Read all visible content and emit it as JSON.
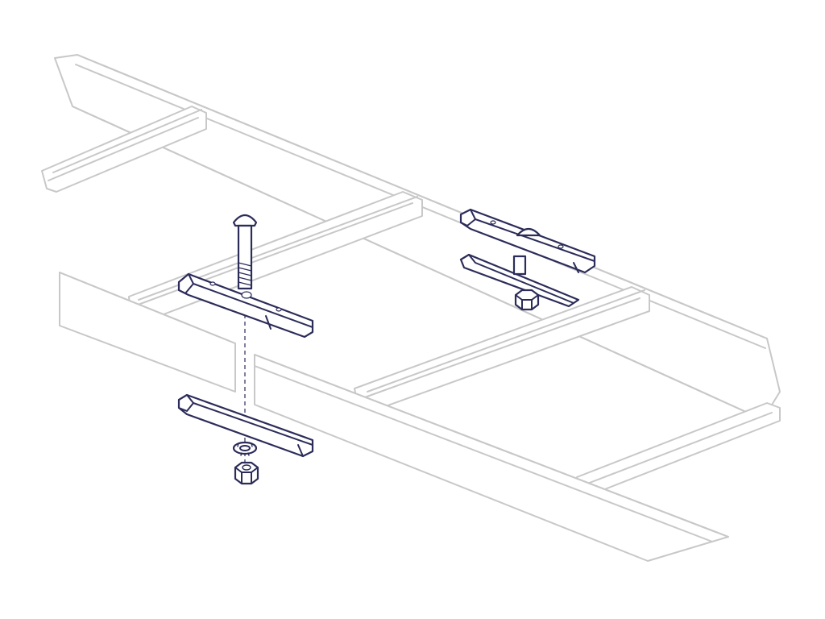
{
  "colors": {
    "tray_outline": "#c8c8c8",
    "hardware_outline": "#2c2c5a",
    "background": "#ffffff"
  },
  "diagram": {
    "subject": "",
    "components": [
      "cable-ladder-side-rail",
      "cable-ladder-rung",
      "carriage-bolt",
      "upper-clamp-channel",
      "lower-clamp-channel",
      "lock-washer",
      "hex-nut"
    ]
  }
}
